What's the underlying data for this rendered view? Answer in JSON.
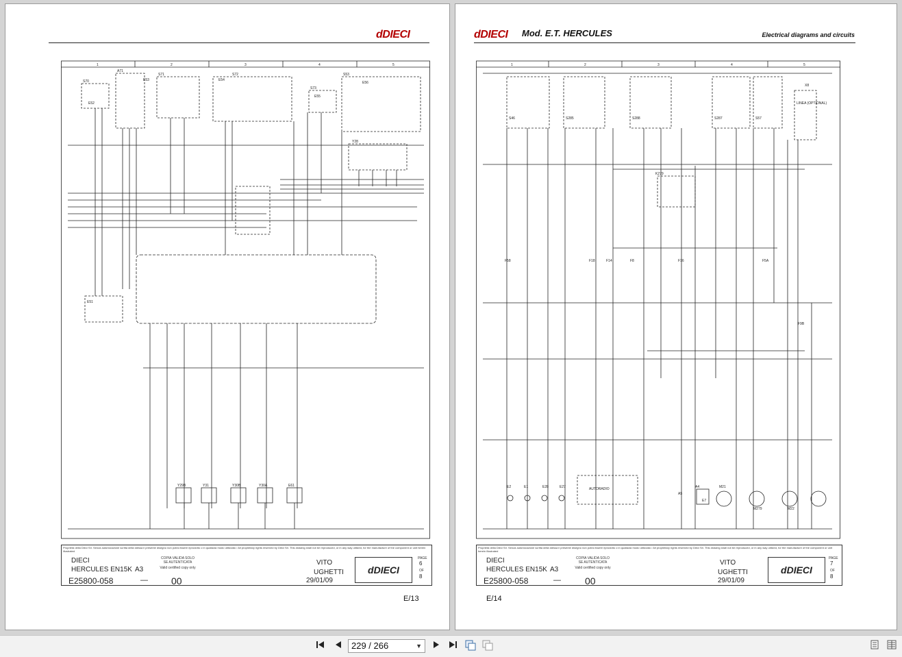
{
  "left_page": {
    "logo": "dDIECI",
    "page_code": "E/13",
    "title_block": {
      "notice": "Proprietà della Dieci Srl. Senza autorizzazione scritta della stessa il presente disegno non potrà essere riprodotto o in qualsiasi modo utilizzato / All proprietary rights reserved by Dieci Srl. This drawing shall not be reproduced, or in any way utilized, for the manufacture of the component or unit herein illustrated",
      "customer": "DIECI",
      "model": "HERCULES EN15K",
      "format": "A3",
      "certified": "COPIA VALIDA SOLO SE AUTENTICATA",
      "certified_en": "Valid certified copy only",
      "drawn_by": "VITO",
      "checked_by": "UGHETTI",
      "date": "29/01/09",
      "drawing_no": "E25800-058",
      "dash": "—",
      "revision": "00",
      "page_label": "PAGE",
      "page_no": "6",
      "of_label": "OF",
      "of_no": "8",
      "company_logo": "dDIECI"
    },
    "labels": [
      "S70",
      "A71",
      "S71",
      "S72",
      "S73",
      "S53",
      "Y28",
      "Y29B",
      "Y31",
      "Y30B",
      "Y30A",
      "E61",
      "E51",
      "E52",
      "E53",
      "E54",
      "E55",
      "E56"
    ]
  },
  "right_page": {
    "logo": "dDIECI",
    "model_title": "Mod. E.T. HERCULES",
    "header_right": "Electrical diagrams and circuits",
    "page_code": "E/14",
    "title_block": {
      "notice": "Proprietà della Dieci Srl. Senza autorizzazione scritta della stessa il presente disegno non potrà essere riprodotto o in qualsiasi modo utilizzato / All proprietary rights reserved by Dieci Srl. This drawing shall not be reproduced, or in any way utilized, for the manufacture of the component or unit herein illustrated",
      "customer": "DIECI",
      "model": "HERCULES EN15K",
      "format": "A3",
      "certified": "COPIA VALIDA SOLO SE AUTENTICATA",
      "certified_en": "Valid certified copy only",
      "drawn_by": "VITO",
      "checked_by": "UGHETTI",
      "date": "29/01/09",
      "drawing_no": "E25800-058",
      "dash": "—",
      "revision": "00",
      "page_label": "PAGE",
      "page_no": "7",
      "of_label": "OF",
      "of_no": "8",
      "company_logo": "dDIECI"
    },
    "labels": [
      "S46",
      "S285",
      "S288",
      "S287",
      "S57",
      "K279",
      "F58",
      "F18",
      "F14",
      "F8",
      "F16",
      "F5A",
      "F9B",
      "A5",
      "A4",
      "E7",
      "M21",
      "M279",
      "M22",
      "E2",
      "E1",
      "E28",
      "E27",
      "X8",
      "AUTORADIO",
      "LINEA (OPTIONAL)"
    ]
  },
  "columns": [
    "1",
    "2",
    "3",
    "4",
    "5"
  ],
  "toolbar": {
    "page_display": "229 / 266",
    "first_icon": "first-page-icon",
    "prev_icon": "previous-page-icon",
    "next_icon": "next-page-icon",
    "last_icon": "last-page-icon",
    "fit_page_icon": "fit-page-icon",
    "single_page_icon": "single-page-icon",
    "double_page_icon": "double-page-icon",
    "columns_icon": "columns-icon"
  }
}
